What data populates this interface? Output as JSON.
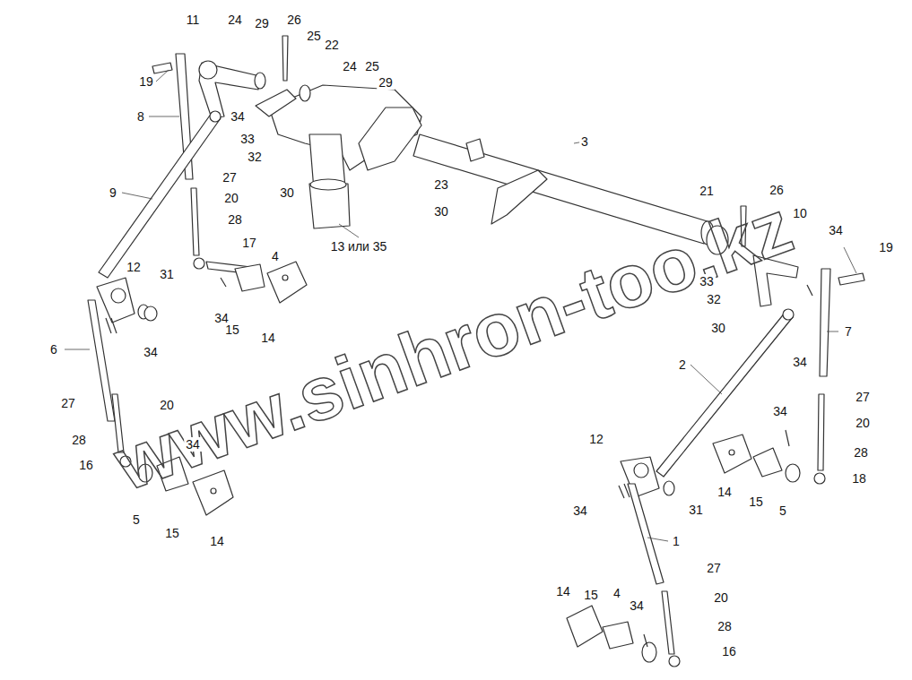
{
  "diagram": {
    "labels": [
      "11",
      "24",
      "29",
      "26",
      "25",
      "22",
      "24",
      "25",
      "29",
      "19",
      "8",
      "34",
      "33",
      "32",
      "30",
      "27",
      "20",
      "28",
      "17",
      "4",
      "9",
      "13 или 35",
      "3",
      "23",
      "30",
      "21",
      "26",
      "10",
      "34",
      "19",
      "33",
      "32",
      "30",
      "7",
      "34",
      "2",
      "27",
      "20",
      "28",
      "18",
      "34",
      "14",
      "15",
      "5",
      "12",
      "31",
      "34",
      "6",
      "27",
      "20",
      "28",
      "34",
      "16",
      "5",
      "15",
      "14",
      "34",
      "15",
      "14",
      "12",
      "31",
      "34",
      "1",
      "27",
      "20",
      "28",
      "16",
      "14",
      "15",
      "4",
      "34",
      "www.sinhron-too.kz"
    ]
  }
}
